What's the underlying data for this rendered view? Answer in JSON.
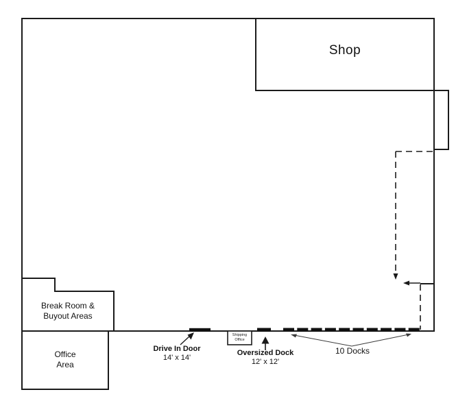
{
  "rooms": {
    "shop": {
      "label": "Shop"
    },
    "break_room": {
      "line1": "Break Room &",
      "line2": "Buyout Areas"
    },
    "office": {
      "line1": "Office",
      "line2": "Area"
    },
    "shipping_office": {
      "line1": "Shipping",
      "line2": "Office"
    }
  },
  "features": {
    "drive_in_door": {
      "label": "Drive In Door",
      "size": "14' x 14'"
    },
    "oversized_dock": {
      "label": "Oversized Dock",
      "size": "12' x 12'"
    },
    "docks": {
      "label": "10 Docks",
      "count": 10
    }
  },
  "colors": {
    "line": "#1a1a1a",
    "dock_fill": "#111111",
    "background": "#ffffff"
  }
}
